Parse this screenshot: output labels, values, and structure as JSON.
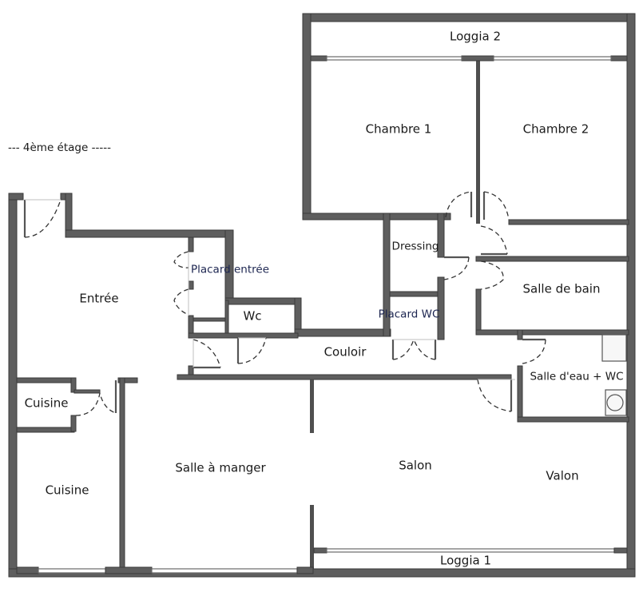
{
  "floor_label": "--- 4ème étage -----",
  "rooms": {
    "loggia_2": "Loggia 2",
    "chambre_1": "Chambre 1",
    "chambre_2": "Chambre 2",
    "entree": "Entrée",
    "placard_entree": "Placard entrée",
    "wc": "Wc",
    "dressing": "Dressing",
    "placard_wc": "Placard WC",
    "salle_de_bain": "Salle de bain",
    "couloir": "Couloir",
    "salle_deau_wc": "Salle d'eau + WC",
    "cuisine_small": "Cuisine",
    "cuisine": "Cuisine",
    "salle_a_manger": "Salle à manger",
    "salon": "Salon",
    "valon": "Valon",
    "loggia_1": "Loggia 1"
  },
  "colors": {
    "wall": "#5e5e5e",
    "background": "#ffffff",
    "text": "#1a1a1a",
    "closet_text": "#1c2550"
  }
}
